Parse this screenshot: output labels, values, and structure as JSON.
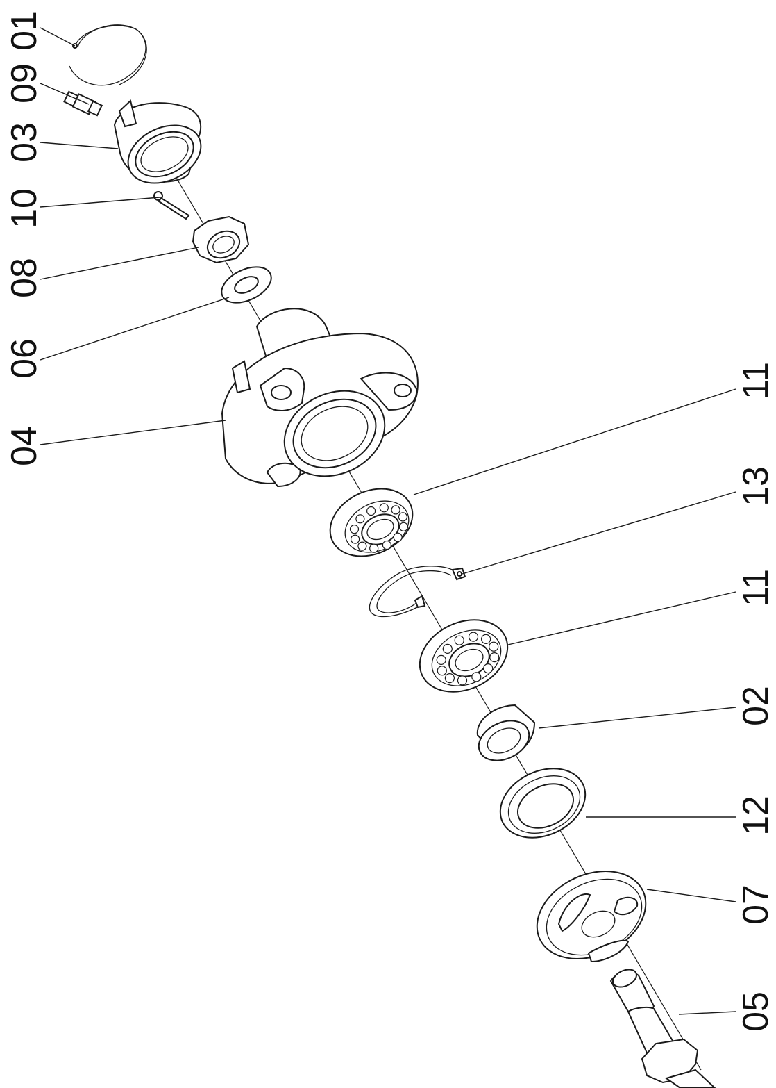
{
  "labels": {
    "p01": "01",
    "p09": "09",
    "p03": "03",
    "p10": "10",
    "p08": "08",
    "p06": "06",
    "p04": "04",
    "p11a": "11",
    "p13": "13",
    "p11b": "11",
    "p02": "02",
    "p12": "12",
    "p07": "07",
    "p05": "05"
  }
}
